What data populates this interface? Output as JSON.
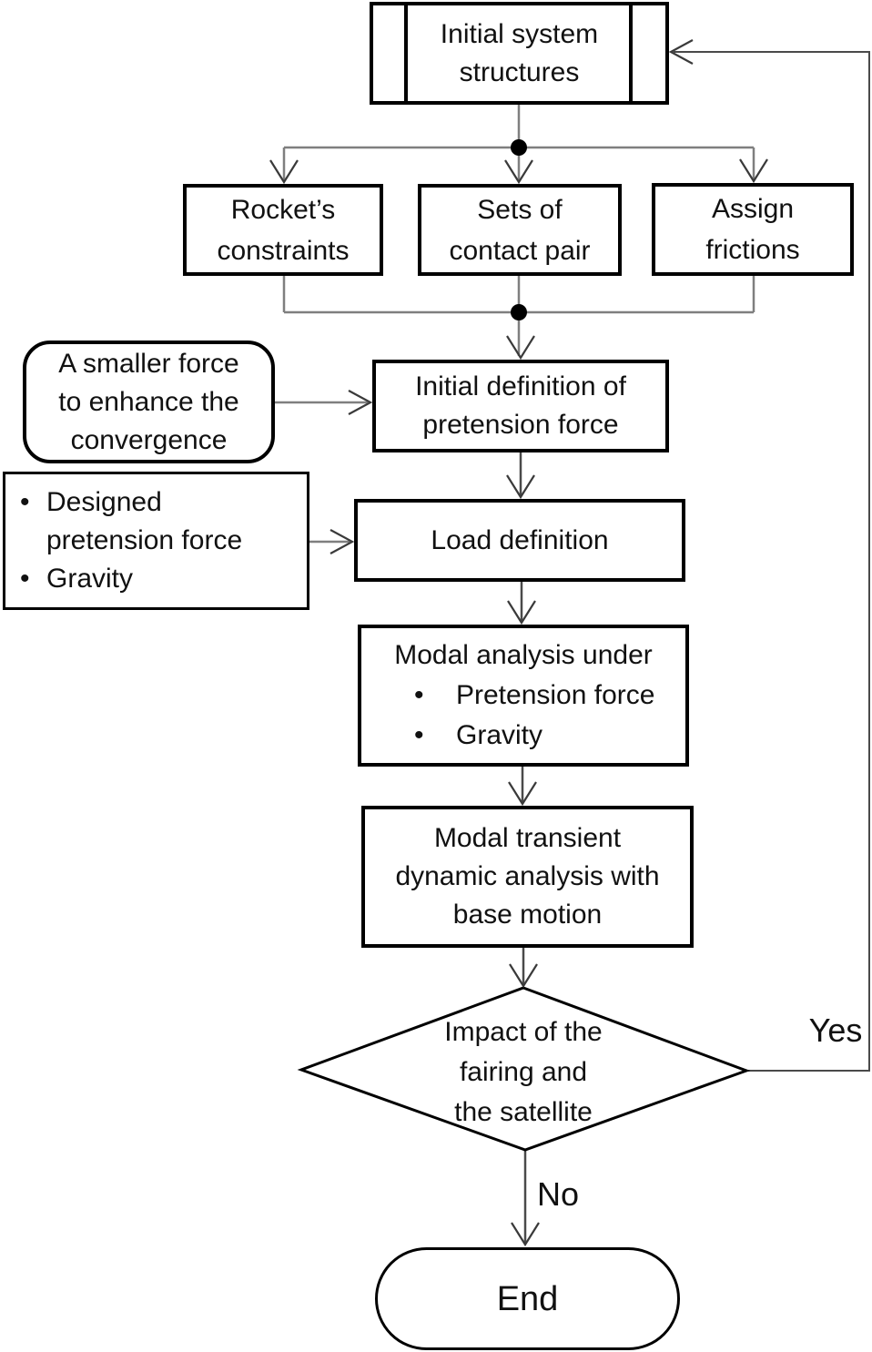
{
  "diagram": {
    "type": "flowchart",
    "nodes": {
      "initial_system": {
        "shape": "predefined-process",
        "label": "Initial system\nstructures"
      },
      "rockets_constraints": {
        "shape": "rect",
        "label": "Rocket’s\nconstraints"
      },
      "contact_pair": {
        "shape": "rect",
        "label": "Sets of\ncontact pair"
      },
      "assign_frictions": {
        "shape": "rect",
        "label": "Assign\nfrictions"
      },
      "smaller_force": {
        "shape": "rounded-rect",
        "label": "A smaller force\nto enhance the\nconvergence"
      },
      "initial_definition": {
        "shape": "rect",
        "label": "Initial definition of\npretension force"
      },
      "load_inputs": {
        "shape": "rect",
        "bullet_char": "•",
        "items": [
          "Designed\npretension force",
          "Gravity"
        ]
      },
      "load_definition": {
        "shape": "rect",
        "label": "Load definition"
      },
      "modal_analysis": {
        "shape": "rect",
        "title": "Modal analysis under",
        "bullet_char": "•",
        "items": [
          "Pretension force",
          "Gravity"
        ]
      },
      "modal_transient": {
        "shape": "rect",
        "label": "Modal transient\ndynamic analysis with\nbase motion"
      },
      "decision": {
        "shape": "diamond",
        "label": "Impact of the\nfairing and\nthe satellite"
      },
      "end": {
        "shape": "stadium",
        "label": "End"
      }
    },
    "edge_labels": {
      "yes": "Yes",
      "no": "No"
    },
    "colors": {
      "background": "#ffffff",
      "box_border": "#000000",
      "connector_gray": "#7f7f7f",
      "connector_dark": "#4a4a4a",
      "arrowhead": "#3a3a3a",
      "junction_dot": "#000000",
      "text": "#111111"
    }
  }
}
